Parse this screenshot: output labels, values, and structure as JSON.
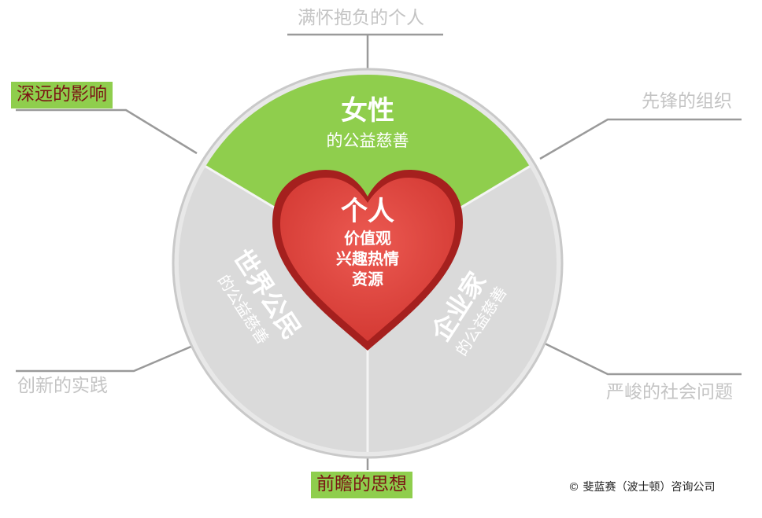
{
  "center": {
    "title": "个人",
    "lines": [
      "价值观",
      "兴趣热情",
      "资源"
    ]
  },
  "sectors": {
    "top": {
      "title": "女性",
      "subtitle": "的公益慈善",
      "color": "#8fce4d"
    },
    "left": {
      "title": "世界公民",
      "subtitle": "的公益慈善",
      "color": "#dcdcdc"
    },
    "right": {
      "title": "企业家",
      "subtitle": "的公益慈善",
      "color": "#dcdcdc"
    }
  },
  "heart_color": "#e0463f",
  "outer_labels": {
    "top": "满怀抱负的个人",
    "top_left": "深远的影响",
    "top_right": "先锋的组织",
    "bottom_left": "创新的实践",
    "bottom_right": "严峻的社会问题",
    "bottom": "前瞻的思想"
  },
  "copyright": "© 斐蓝赛（波士顿）咨询公司"
}
